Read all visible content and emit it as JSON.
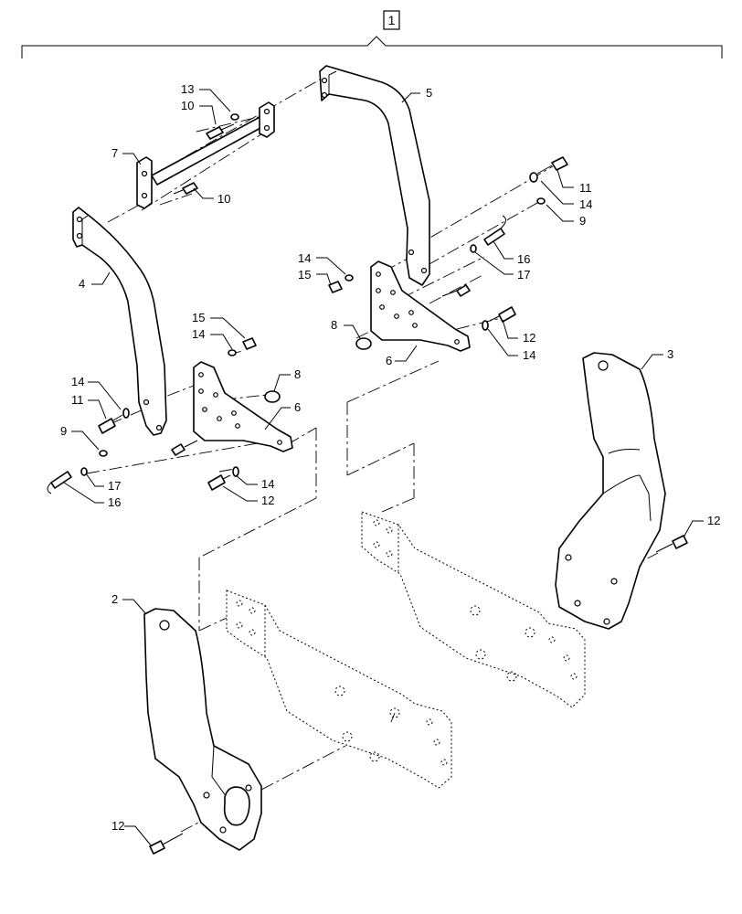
{
  "assembly": {
    "number": "1"
  },
  "callouts": [
    {
      "id": "c-13",
      "text": "13"
    },
    {
      "id": "c-10a",
      "text": "10"
    },
    {
      "id": "c-7",
      "text": "7"
    },
    {
      "id": "c-10b",
      "text": "10"
    },
    {
      "id": "c-5",
      "text": "5"
    },
    {
      "id": "c-11a",
      "text": "11"
    },
    {
      "id": "c-14a",
      "text": "14"
    },
    {
      "id": "c-9a",
      "text": "9"
    },
    {
      "id": "c-14b",
      "text": "14"
    },
    {
      "id": "c-15a",
      "text": "15"
    },
    {
      "id": "c-16a",
      "text": "16"
    },
    {
      "id": "c-17a",
      "text": "17"
    },
    {
      "id": "c-4",
      "text": "4"
    },
    {
      "id": "c-8a",
      "text": "8"
    },
    {
      "id": "c-6a",
      "text": "6"
    },
    {
      "id": "c-12a",
      "text": "12"
    },
    {
      "id": "c-14c",
      "text": "14"
    },
    {
      "id": "c-15b",
      "text": "15"
    },
    {
      "id": "c-14d",
      "text": "14"
    },
    {
      "id": "c-3",
      "text": "3"
    },
    {
      "id": "c-14e",
      "text": "14"
    },
    {
      "id": "c-8b",
      "text": "8"
    },
    {
      "id": "c-11b",
      "text": "11"
    },
    {
      "id": "c-6b",
      "text": "6"
    },
    {
      "id": "c-9b",
      "text": "9"
    },
    {
      "id": "c-17b",
      "text": "17"
    },
    {
      "id": "c-14f",
      "text": "14"
    },
    {
      "id": "c-16b",
      "text": "16"
    },
    {
      "id": "c-12b",
      "text": "12"
    },
    {
      "id": "c-12c",
      "text": "12"
    },
    {
      "id": "c-2",
      "text": "2"
    },
    {
      "id": "c-12d",
      "text": "12"
    }
  ]
}
